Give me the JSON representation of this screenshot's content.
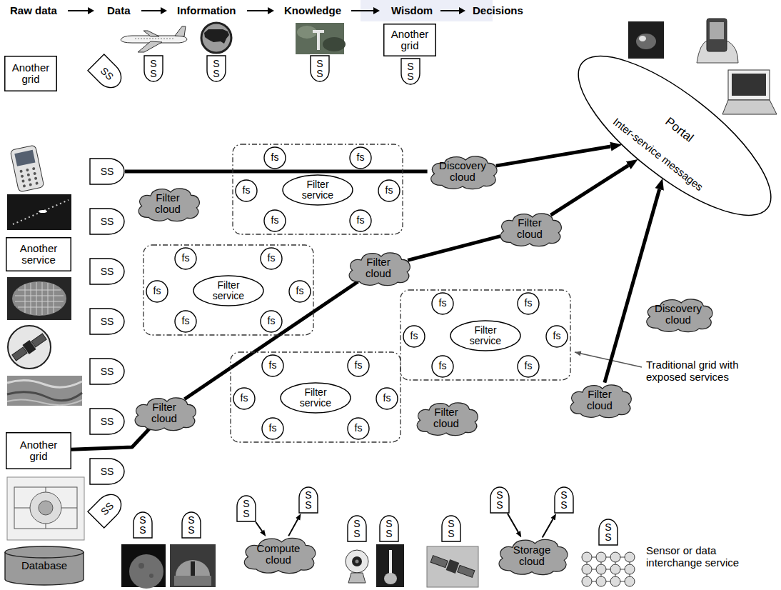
{
  "diagram": {
    "nodes": [
      {
        "text": [
          "Another grid"
        ]
      },
      {
        "text": [
          "SS"
        ]
      },
      {
        "text": [
          "S S"
        ]
      },
      {
        "text": [
          "S S"
        ]
      },
      {
        "text": [
          "S S"
        ]
      },
      {
        "text": [
          "Another grid"
        ]
      },
      {
        "text": [
          "S S"
        ]
      },
      {
        "text": [
          "Portal"
        ]
      },
      {
        "text": [
          "SS"
        ]
      },
      {
        "text": []
      },
      {
        "text": [
          "fs"
        ],
        "in": 9
      },
      {
        "text": [
          "fs"
        ],
        "in": 9
      },
      {
        "text": [
          "fs"
        ],
        "in": 9
      },
      {
        "text": [
          "Filter service"
        ],
        "in": 9
      },
      {
        "text": [
          "fs"
        ],
        "in": 9
      },
      {
        "text": [
          "fs"
        ],
        "in": 9
      },
      {
        "text": [
          "fs"
        ],
        "in": 9
      },
      {
        "text": [
          "Discovery cloud"
        ]
      },
      {
        "text": [
          "Filter cloud"
        ]
      },
      {
        "text": [
          "Filter cloud"
        ]
      },
      {
        "text": [
          "SS"
        ]
      },
      {
        "text": [
          "Another service"
        ]
      },
      {
        "text": [
          "SS"
        ]
      },
      {
        "text": []
      },
      {
        "text": [
          "fs"
        ],
        "in": 23
      },
      {
        "text": [
          "fs"
        ],
        "in": 23
      },
      {
        "text": [
          "fs"
        ],
        "in": 23
      },
      {
        "text": [
          "Filter service"
        ],
        "in": 23
      },
      {
        "text": [
          "fs"
        ],
        "in": 23
      },
      {
        "text": [
          "fs"
        ],
        "in": 23
      },
      {
        "text": [
          "fs"
        ],
        "in": 23
      },
      {
        "text": [
          "Filter cloud"
        ]
      },
      {
        "text": []
      },
      {
        "text": [
          "fs"
        ],
        "in": 32
      },
      {
        "text": [
          "fs"
        ],
        "in": 32
      },
      {
        "text": [
          "fs"
        ],
        "in": 32
      },
      {
        "text": [
          "Filter service"
        ],
        "in": 32
      },
      {
        "text": [
          "fs"
        ],
        "in": 32
      },
      {
        "text": [
          "fs"
        ],
        "in": 32
      },
      {
        "text": [
          "fs"
        ],
        "in": 32
      },
      {
        "text": [
          "Discovery cloud"
        ]
      },
      {
        "text": [
          "SS"
        ]
      },
      {
        "text": [
          "Filter cloud"
        ]
      },
      {
        "text": []
      },
      {
        "text": [
          "fs"
        ],
        "in": 43
      },
      {
        "text": [
          "fs"
        ],
        "in": 43
      },
      {
        "text": [
          "fs"
        ],
        "in": 43
      },
      {
        "text": [
          "Filter service"
        ],
        "in": 43
      },
      {
        "text": [
          "fs"
        ],
        "in": 43
      },
      {
        "text": [
          "fs"
        ],
        "in": 43
      },
      {
        "text": [
          "fs"
        ],
        "in": 43
      },
      {
        "text": [
          "SS"
        ]
      },
      {
        "text": [
          "Filter cloud"
        ]
      },
      {
        "text": [
          "Filter cloud"
        ]
      },
      {
        "text": [
          "SS"
        ]
      },
      {
        "text": [
          "Another grid"
        ]
      },
      {
        "text": [
          "SS"
        ]
      },
      {
        "text": [
          "SS"
        ]
      },
      {
        "text": [
          "S S"
        ]
      },
      {
        "text": [
          "S S"
        ]
      },
      {
        "text": [
          "S S"
        ]
      },
      {
        "text": [
          "S S"
        ]
      },
      {
        "text": [
          "S S"
        ]
      },
      {
        "text": [
          "S S"
        ]
      },
      {
        "text": [
          "S S"
        ]
      },
      {
        "text": [
          "S S"
        ]
      },
      {
        "text": [
          "S S"
        ]
      },
      {
        "text": [
          "S S"
        ]
      },
      {
        "text": [
          "Database"
        ]
      },
      {
        "text": [
          "Compute cloud"
        ]
      },
      {
        "text": [
          "Storage cloud"
        ]
      }
    ],
    "edges": [
      {
        "from": 8,
        "to": 17,
        "arrow": "none"
      },
      {
        "from": 17,
        "to": 7,
        "arrow": "to"
      },
      {
        "from": 55,
        "to": 52,
        "arrow": "none"
      },
      {
        "from": 52,
        "to": 31,
        "arrow": "none"
      },
      {
        "from": 31,
        "to": 19,
        "arrow": "none"
      },
      {
        "from": 19,
        "to": 7,
        "arrow": "to"
      },
      {
        "from": 42,
        "to": 7,
        "arrow": "to"
      },
      {
        "from": 60,
        "to": 69,
        "arrow": "to"
      },
      {
        "from": 69,
        "to": 59,
        "arrow": "to"
      },
      {
        "from": 58,
        "to": 70,
        "arrow": "to"
      },
      {
        "from": 70,
        "to": 61,
        "arrow": "to"
      }
    ],
    "labels": [
      "Raw data",
      "Data",
      "Information",
      "Knowledge",
      "Wisdom",
      "Decisions",
      "Inter-service messages",
      "Traditional grid with exposed services",
      "Sensor or data interchange service"
    ]
  }
}
